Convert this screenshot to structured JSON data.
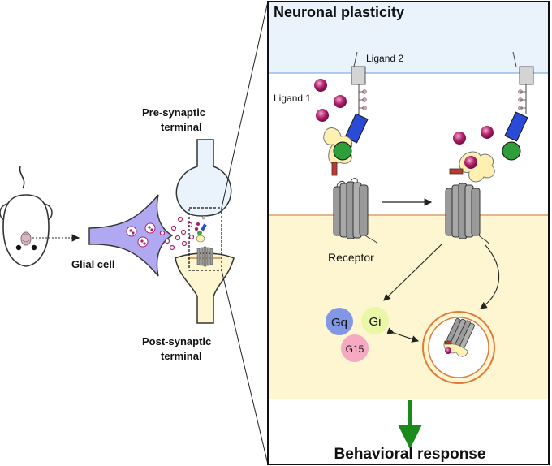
{
  "panel": {
    "title": "Neuronal plasticity",
    "ligand1": "Ligand 1",
    "ligand2": "Ligand 2",
    "receptor": "Receptor",
    "gproteins": [
      "Gq",
      "Gi",
      "G15"
    ],
    "outcome": "Behavioral response"
  },
  "left": {
    "pre_line1": "Pre-synaptic",
    "pre_line2": "terminal",
    "glial": "Glial cell",
    "post_line1": "Post-synaptic",
    "post_line2": "terminal"
  },
  "colors": {
    "extracellular": "#eaf3fb",
    "intracellular": "#fdf6d0",
    "membrane": "#d9a070",
    "ligand1": "#b0206a",
    "gq": "#8297e6",
    "gi": "#eaf7a6",
    "g15": "#f5a9c2",
    "glial": "#b0a8f0",
    "arrow_green": "#1a8a1a",
    "receptor": "#9a9a9a"
  }
}
